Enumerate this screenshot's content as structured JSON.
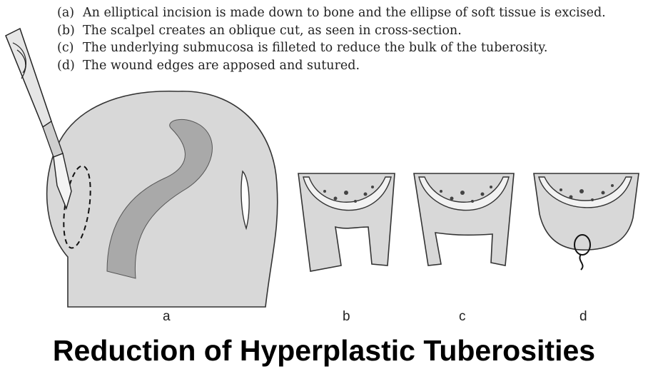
{
  "captions": [
    {
      "key": "(a)",
      "text": "An elliptical incision is made down to bone and the ellipse of soft tissue is excised."
    },
    {
      "key": "(b)",
      "text": "The scalpel creates an oblique cut, as seen in cross-section."
    },
    {
      "key": "(c)",
      "text": "The underlying submucosa is filleted to reduce the bulk of the tuberosity."
    },
    {
      "key": "(d)",
      "text": "The wound edges are apposed and sutured."
    }
  ],
  "figure_labels": {
    "a": "a",
    "b": "b",
    "c": "c",
    "d": "d"
  },
  "title": "Reduction of Hyperplastic Tuberosities",
  "colors": {
    "tissue": "#d8d8d8",
    "bone": "#f2f2f2",
    "outline": "#333333",
    "title": "#000000"
  }
}
